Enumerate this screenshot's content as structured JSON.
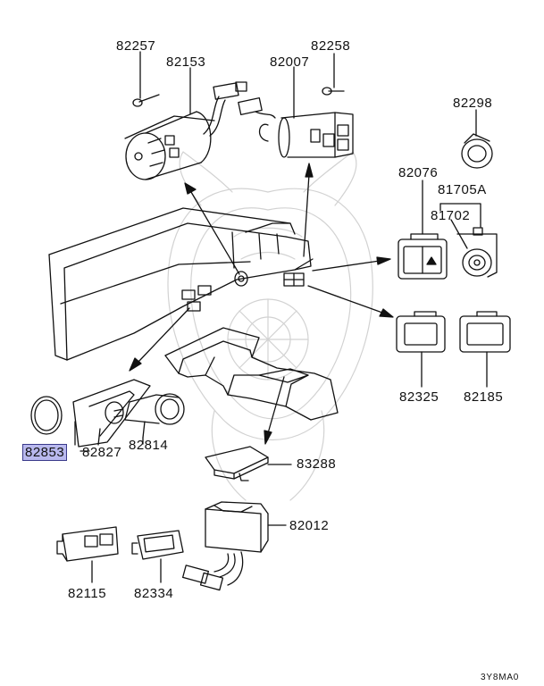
{
  "colors": {
    "line": "#111111",
    "highlight": "#b9b9ee",
    "watermark": "#d2d2d2"
  },
  "parts": {
    "p82257": "82257",
    "p82153": "82153",
    "p82007": "82007",
    "p82258": "82258",
    "p82298": "82298",
    "p82076": "82076",
    "p81705A": "81705A",
    "p81702": "81702",
    "p82325": "82325",
    "p82185": "82185",
    "p82853": "82853",
    "p82827": "82827",
    "p82814": "82814",
    "p83288": "83288",
    "p82012": "82012",
    "p82115": "82115",
    "p82334": "82334"
  },
  "diagram_code": "3Y8MA0",
  "highlighted_part": "82853"
}
